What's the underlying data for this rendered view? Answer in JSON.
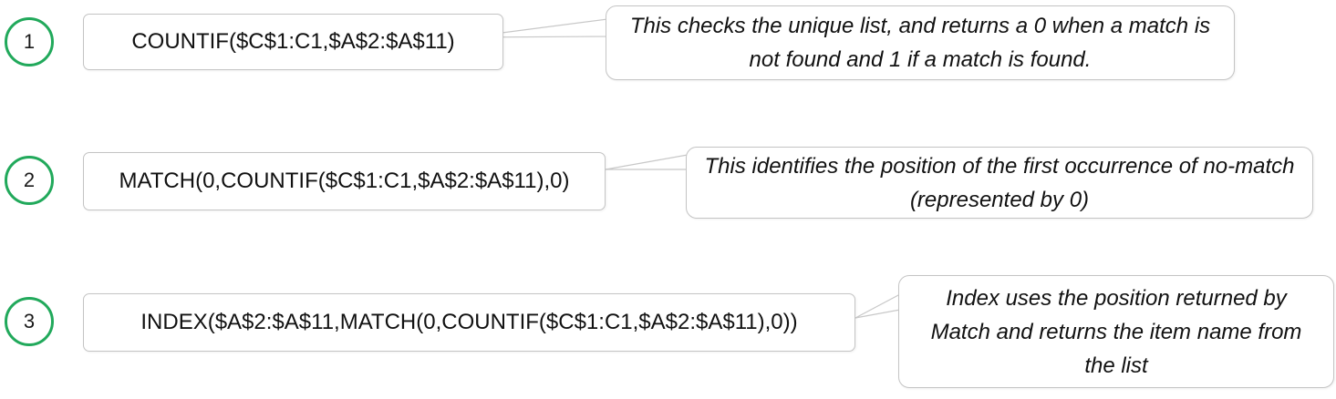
{
  "steps": [
    {
      "number": "1",
      "formula": "COUNTIF($C$1:C1,$A$2:$A$11)",
      "explanation": "This checks the unique list, and returns a 0 when a match is not found and 1 if a match is found."
    },
    {
      "number": "2",
      "formula": "MATCH(0,COUNTIF($C$1:C1,$A$2:$A$11),0)",
      "explanation": "This identifies the position of the first occurrence of no-match (represented by 0)"
    },
    {
      "number": "3",
      "formula": "INDEX($A$2:$A$11,MATCH(0,COUNTIF($C$1:C1,$A$2:$A$11),0))",
      "explanation": "Index uses the position returned by Match and returns the item name from the list"
    }
  ],
  "colors": {
    "circle_border": "#21a95b",
    "box_border": "#c4c4c4"
  }
}
